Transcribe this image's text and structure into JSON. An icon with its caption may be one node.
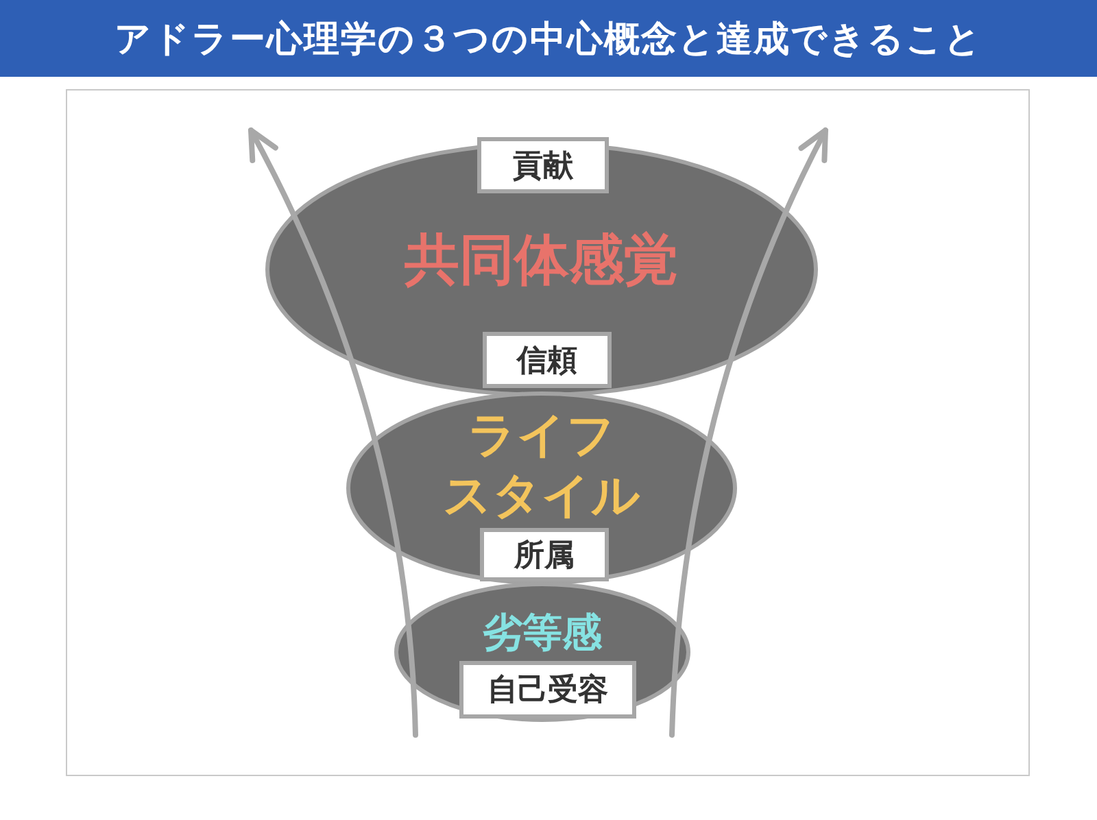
{
  "diagram": {
    "title": "アドラー心理学の３つの中心概念と達成できること",
    "nodes": [
      {
        "text": [
          "貢献"
        ]
      },
      {
        "text": [
          "共同体感覚"
        ]
      },
      {
        "text": [
          "信頼"
        ],
        "in": 1
      },
      {
        "text": [
          "ライフスタイル"
        ]
      },
      {
        "text": [
          "所属"
        ],
        "in": 3
      },
      {
        "text": [
          "劣等感"
        ]
      },
      {
        "text": [
          "自己受容"
        ],
        "in": 5
      }
    ]
  }
}
